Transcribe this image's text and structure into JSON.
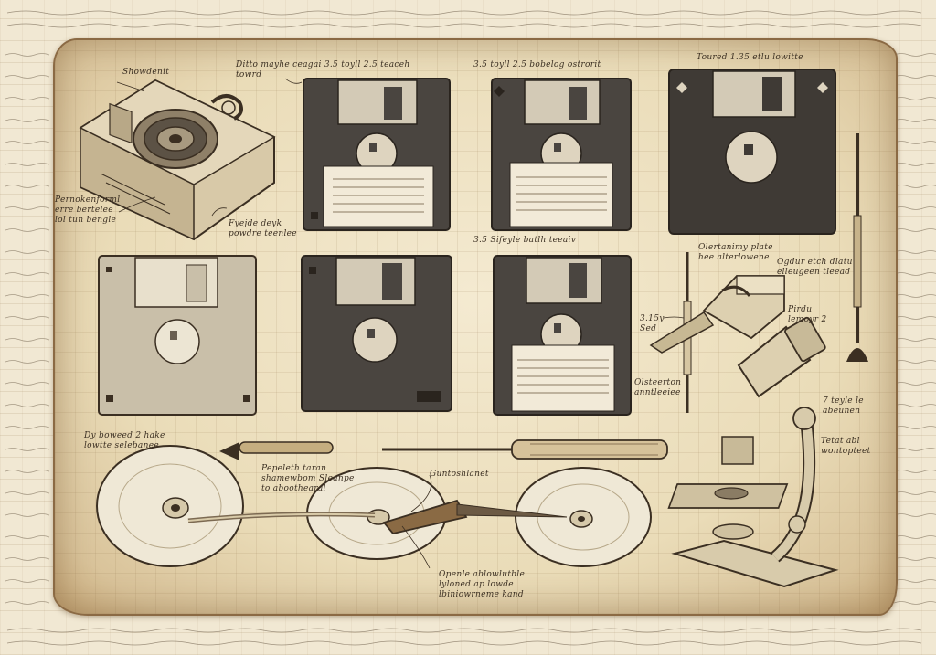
{
  "annotations": [
    {
      "id": "floppy-35-label-1",
      "text": "Ditto mayhe ceagai 3.5 toyll 2.5 teaceh towrd"
    },
    {
      "id": "floppy-35-label-2",
      "text": "3.5 toyll 2.5 bobelog ostrorit"
    },
    {
      "id": "floppy-35-label-3",
      "text": "Toured 1.35 etlu lowitte"
    },
    {
      "id": "floppy-35-label-4",
      "text": "3.5 Sifeyle batlh teeaiv"
    },
    {
      "id": "drive-label",
      "text": "Showdenit"
    },
    {
      "id": "drive-note-1",
      "text": "Pernokenforml erre bertelee lol tun bengle"
    },
    {
      "id": "drive-note-2",
      "text": "Fyejde deyk powdre teenlee"
    },
    {
      "id": "stylus-label",
      "text": "3.15y Sed"
    },
    {
      "id": "microscope-label-1",
      "text": "Olertanimy plate hee alterlowene"
    },
    {
      "id": "microscope-label-2",
      "text": "Ogdur etch dlatu elleugeen tleead"
    },
    {
      "id": "microscope-label-3",
      "text": "Pirdu lemoyr 2"
    },
    {
      "id": "microscope-label-4",
      "text": "7 teyle le abeunen"
    },
    {
      "id": "microscope-label-5",
      "text": "Tetat abl wontopteet"
    },
    {
      "id": "tool-label",
      "text": "Olsteerton anntleeiee"
    },
    {
      "id": "cd-label-1",
      "text": "Dy boweed 2 hake lowtte selebanee"
    },
    {
      "id": "cd-label-2",
      "text": "Pepeleth taran shamewbom Sleanpe to aboothearal"
    },
    {
      "id": "cd-label-3",
      "text": "Guntoshlanet"
    },
    {
      "id": "cd-label-4",
      "text": "Openle ablowlutble lyloned ap lowde lbiniowrneme kand"
    }
  ],
  "colors": {
    "ink": "#3b2f22",
    "dark_disk": "#4a4540",
    "light_disk": "#c9bfa9",
    "label_paper": "#f2ead8",
    "parchment": "#eadcb8"
  }
}
